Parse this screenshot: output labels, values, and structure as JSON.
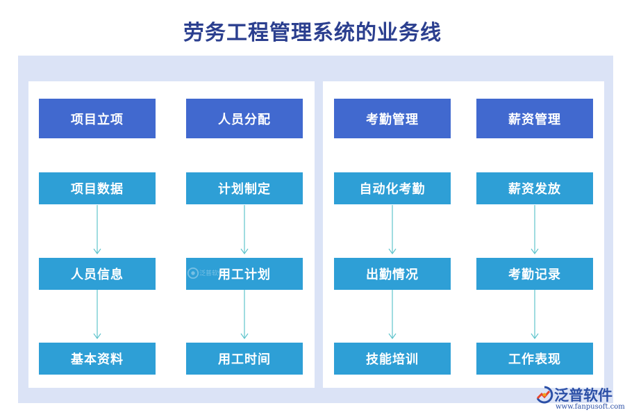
{
  "title": "劳务工程管理系统的业务线",
  "colors": {
    "title": "#2b3f8f",
    "outer_bg": "#dbe3f6",
    "header_box": "#4169cf",
    "sub_box": "#2e9fd6",
    "arrow": "#5fc4cc"
  },
  "columns": [
    {
      "header": "项目立项",
      "items": [
        "项目数据",
        "人员信息",
        "基本资料"
      ]
    },
    {
      "header": "人员分配",
      "items": [
        "计划制定",
        "用工计划",
        "用工时间"
      ]
    },
    {
      "header": "考勤管理",
      "items": [
        "自动化考勤",
        "出勤情况",
        "技能培训"
      ]
    },
    {
      "header": "薪资管理",
      "items": [
        "薪资发放",
        "考勤记录",
        "工作表现"
      ]
    }
  ],
  "logo": {
    "name": "泛普软件",
    "url": "www.fanpusoft.com"
  },
  "watermark_text": "泛普软件"
}
